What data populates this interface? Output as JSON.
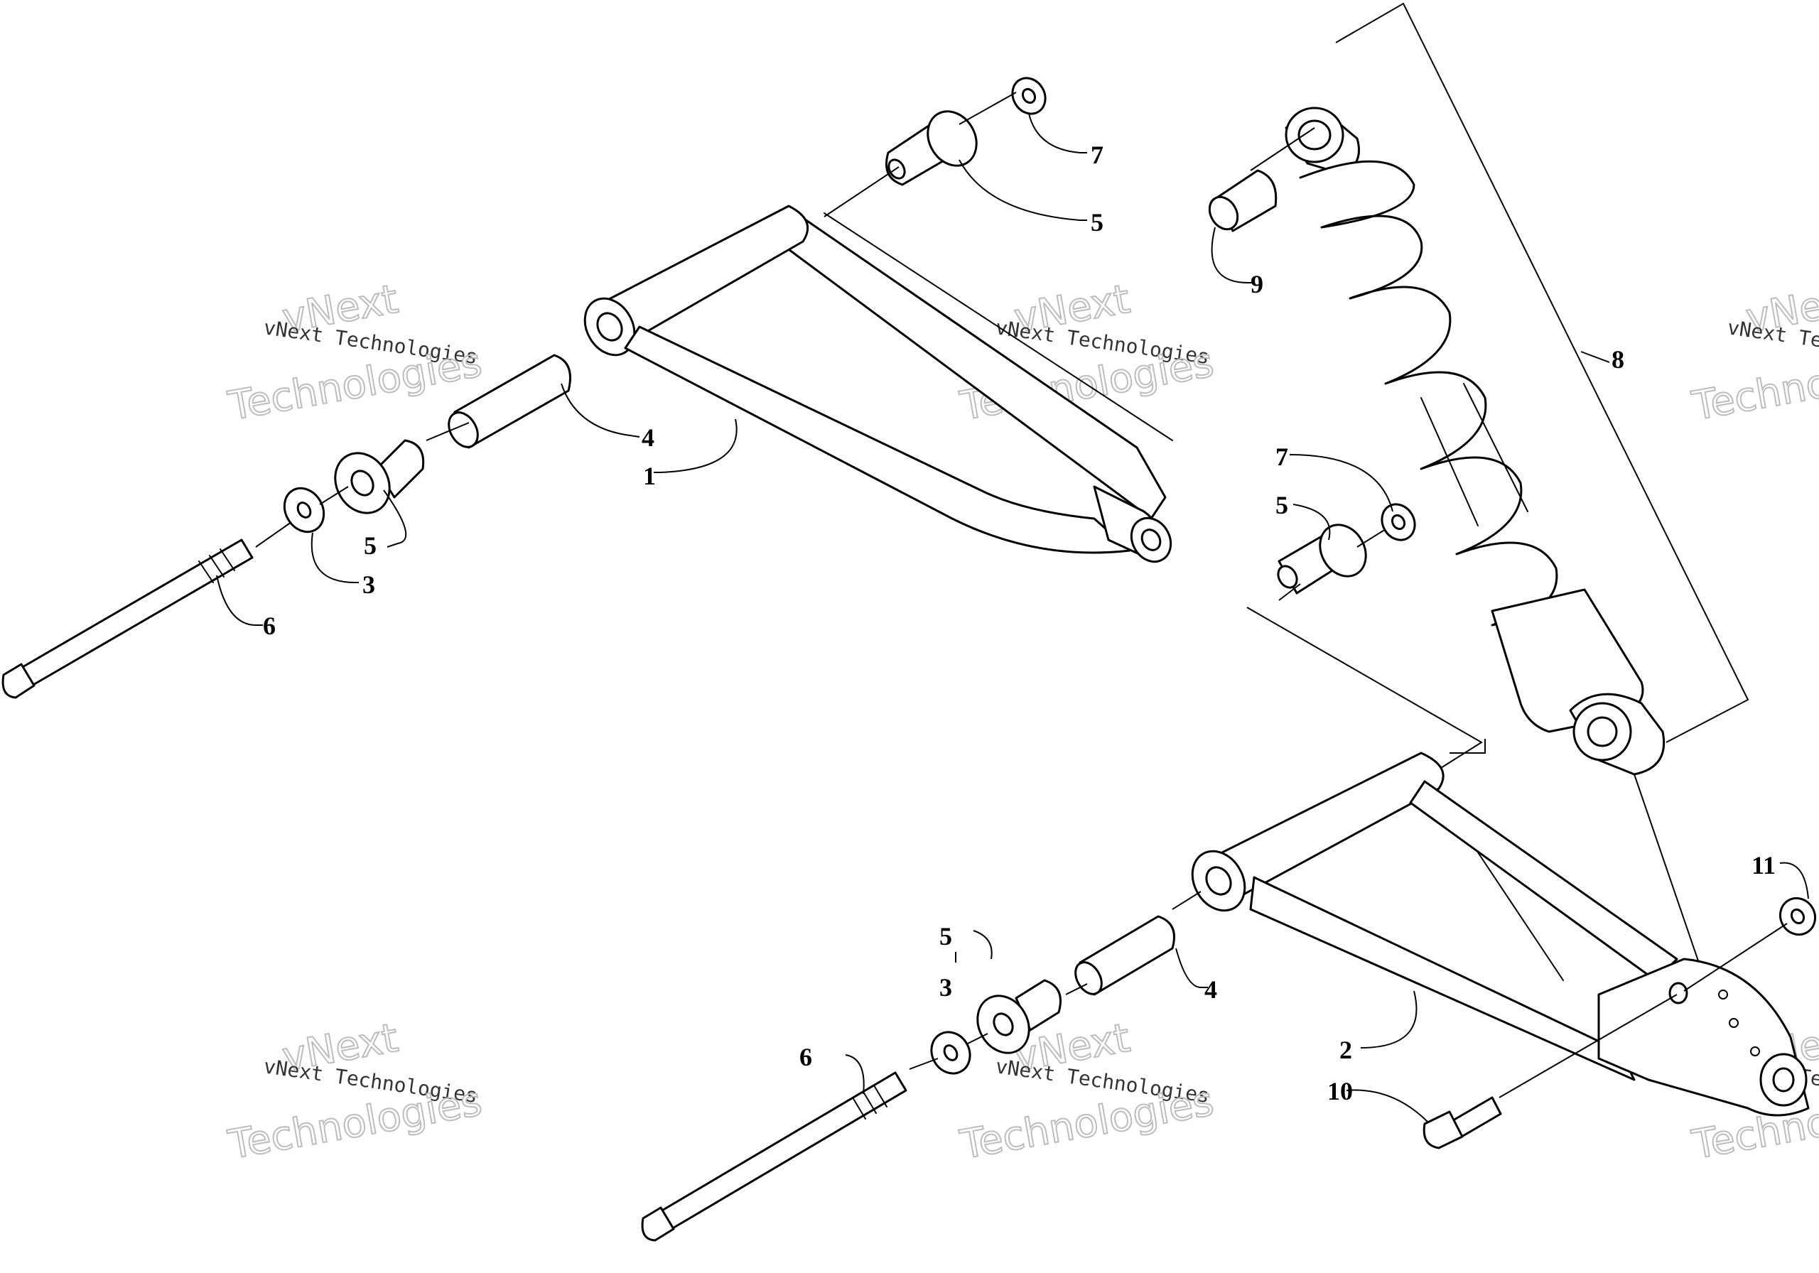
{
  "callouts": {
    "c1": "1",
    "c2": "2",
    "c3a": "3",
    "c3b": "3",
    "c4a": "4",
    "c4b": "4",
    "c5a": "5",
    "c5b": "5",
    "c5c": "5",
    "c5d": "5",
    "c6a": "6",
    "c6b": "6",
    "c7a": "7",
    "c7b": "7",
    "c8": "8",
    "c9": "9",
    "c10": "10",
    "c11": "11"
  },
  "watermark": {
    "line1": "vNext Technologies",
    "brand": "vNext",
    "line2": "Technologies"
  }
}
